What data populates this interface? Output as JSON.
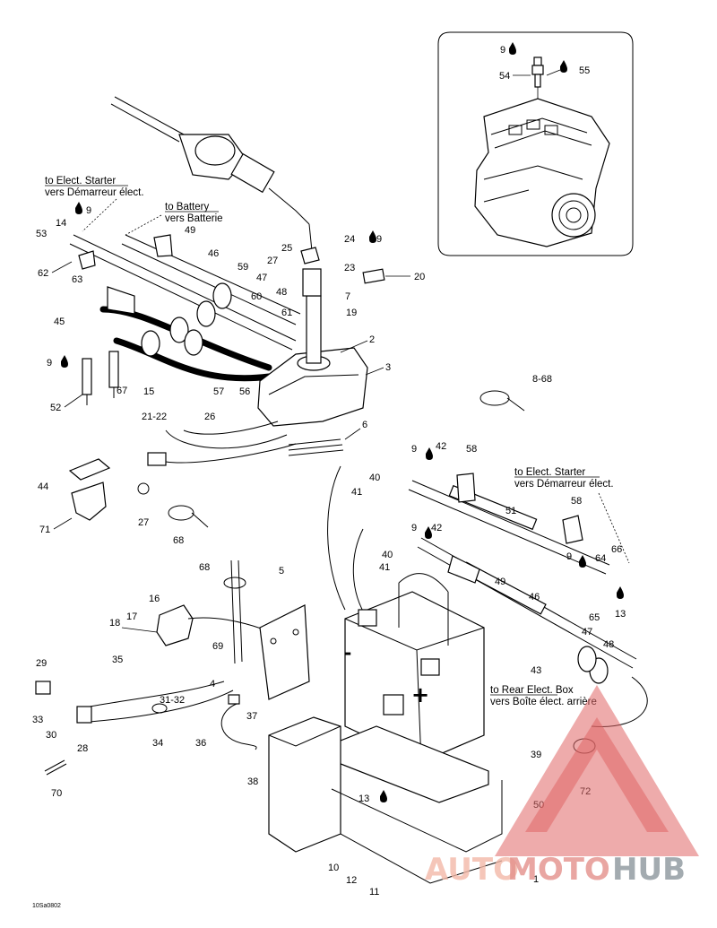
{
  "diagram": {
    "destinations": [
      {
        "id": "elec-starter-top",
        "en": "to Elect. Starter",
        "fr": "vers Démarreur élect."
      },
      {
        "id": "battery",
        "en": "to Battery",
        "fr": "vers Batterie"
      },
      {
        "id": "elec-starter-right",
        "en": "to Elect. Starter",
        "fr": "vers Démarreur élect."
      },
      {
        "id": "rear-elec-box",
        "en": "to Rear Elect. Box",
        "fr": "vers Boîte élect. arrière"
      }
    ],
    "callouts": [
      {
        "label": "9"
      },
      {
        "label": "54"
      },
      {
        "label": "55"
      },
      {
        "label": "53"
      },
      {
        "label": "14"
      },
      {
        "label": "9"
      },
      {
        "label": "62"
      },
      {
        "label": "49"
      },
      {
        "label": "46"
      },
      {
        "label": "59"
      },
      {
        "label": "47"
      },
      {
        "label": "48"
      },
      {
        "label": "60"
      },
      {
        "label": "61"
      },
      {
        "label": "63"
      },
      {
        "label": "45"
      },
      {
        "label": "9"
      },
      {
        "label": "52"
      },
      {
        "label": "67"
      },
      {
        "label": "15"
      },
      {
        "label": "57"
      },
      {
        "label": "56"
      },
      {
        "label": "25"
      },
      {
        "label": "27"
      },
      {
        "label": "24"
      },
      {
        "label": "9"
      },
      {
        "label": "23"
      },
      {
        "label": "20"
      },
      {
        "label": "7"
      },
      {
        "label": "19"
      },
      {
        "label": "2"
      },
      {
        "label": "3"
      },
      {
        "label": "8-68"
      },
      {
        "label": "21-22"
      },
      {
        "label": "26"
      },
      {
        "label": "6"
      },
      {
        "label": "9"
      },
      {
        "label": "42"
      },
      {
        "label": "58"
      },
      {
        "label": "40"
      },
      {
        "label": "41"
      },
      {
        "label": "51"
      },
      {
        "label": "44"
      },
      {
        "label": "71"
      },
      {
        "label": "27"
      },
      {
        "label": "68"
      },
      {
        "label": "58"
      },
      {
        "label": "9"
      },
      {
        "label": "42"
      },
      {
        "label": "40"
      },
      {
        "label": "41"
      },
      {
        "label": "49"
      },
      {
        "label": "9"
      },
      {
        "label": "64"
      },
      {
        "label": "66"
      },
      {
        "label": "65"
      },
      {
        "label": "13"
      },
      {
        "label": "46"
      },
      {
        "label": "68"
      },
      {
        "label": "5"
      },
      {
        "label": "16"
      },
      {
        "label": "17"
      },
      {
        "label": "18"
      },
      {
        "label": "47"
      },
      {
        "label": "48"
      },
      {
        "label": "43"
      },
      {
        "label": "29"
      },
      {
        "label": "35"
      },
      {
        "label": "69"
      },
      {
        "label": "4"
      },
      {
        "label": "31-32"
      },
      {
        "label": "33"
      },
      {
        "label": "30"
      },
      {
        "label": "28"
      },
      {
        "label": "34"
      },
      {
        "label": "36"
      },
      {
        "label": "37"
      },
      {
        "label": "39"
      },
      {
        "label": "72"
      },
      {
        "label": "70"
      },
      {
        "label": "38"
      },
      {
        "label": "50"
      },
      {
        "label": "13"
      },
      {
        "label": "10"
      },
      {
        "label": "12"
      },
      {
        "label": "11"
      },
      {
        "label": "1"
      }
    ],
    "terminals": {
      "negative": "-",
      "positive": "+"
    },
    "drawing_ref": "10Sa0802"
  },
  "watermark": {
    "part1": "AUTO",
    "part2": "MOTO",
    "part3": "HUB",
    "colors": {
      "logo": "#e06666",
      "auto": "#f3b9a8",
      "moto": "#e4918c",
      "hub": "#9aa3a8"
    }
  },
  "icons": {
    "grease": "droplet-icon"
  }
}
